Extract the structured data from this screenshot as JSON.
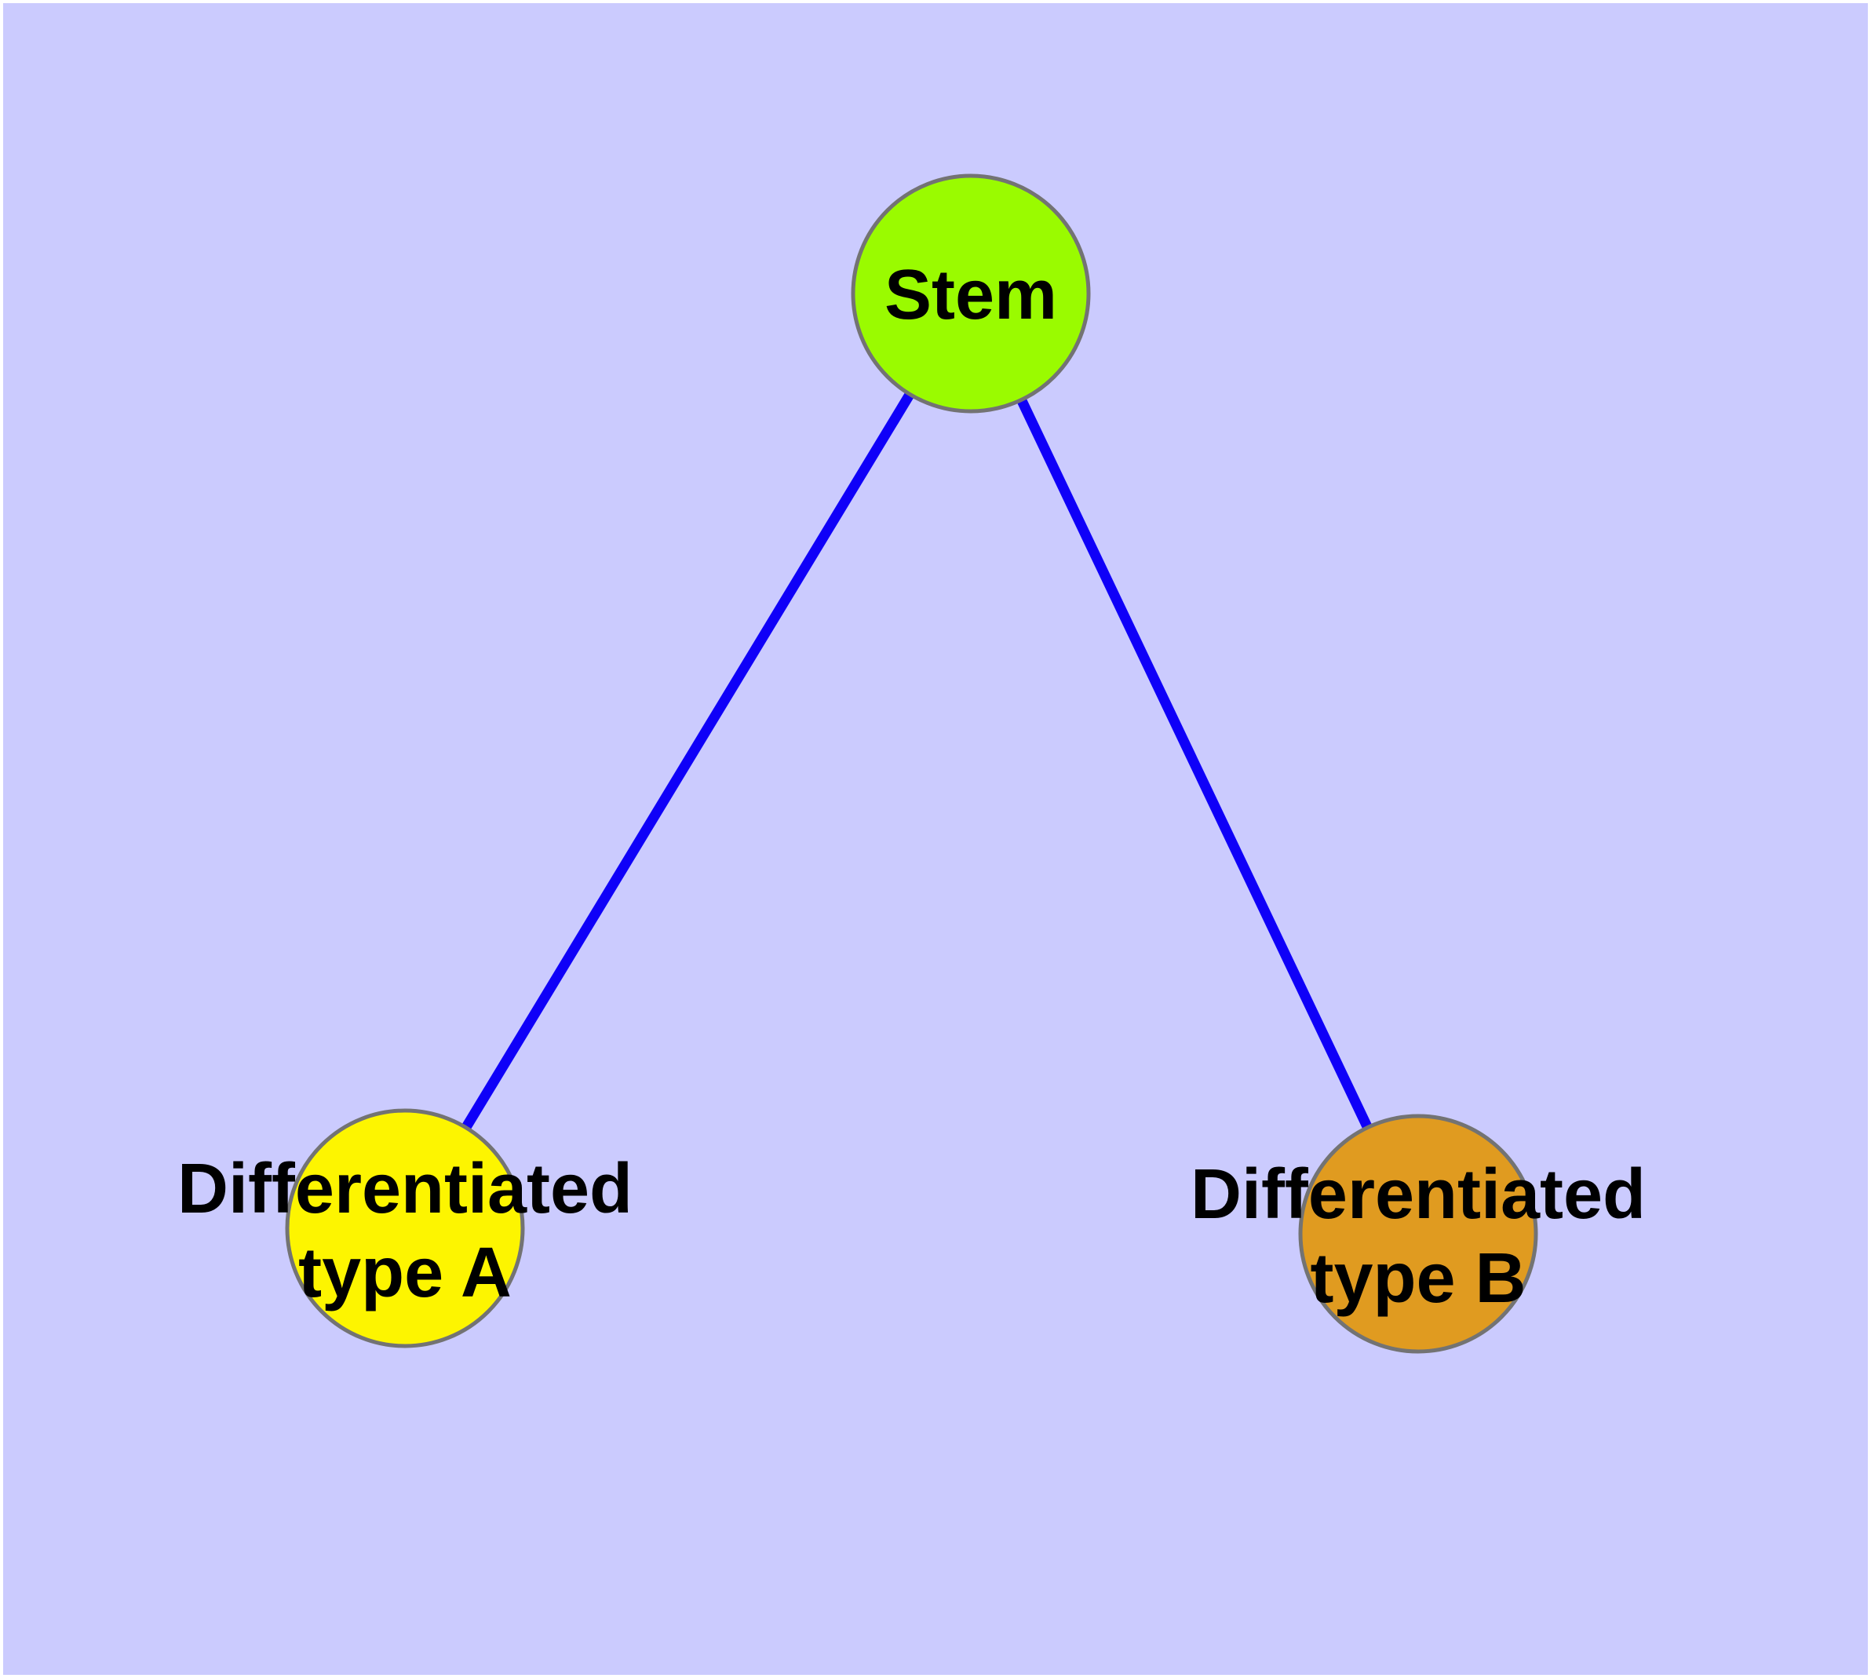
{
  "diagram": {
    "title": "Stem cell differentiation graph",
    "background_color": "#CBCBFE",
    "frame_color": "#FFFFFF",
    "edge_color": "#0F00F8",
    "node_border_color": "#737373",
    "label_color": "#000000",
    "nodes": {
      "stem": {
        "label": "Stem",
        "fill": "#9AFB00"
      },
      "typeA": {
        "label_line1": "Differentiated",
        "label_line2": "type A",
        "fill": "#FDF500"
      },
      "typeB": {
        "label_line1": "Differentiated",
        "label_line2": "type B",
        "fill": "#E09B20"
      }
    },
    "edges": [
      {
        "from": "Stem",
        "to": "Differentiated type A"
      },
      {
        "from": "Stem",
        "to": "Differentiated type B"
      }
    ]
  }
}
